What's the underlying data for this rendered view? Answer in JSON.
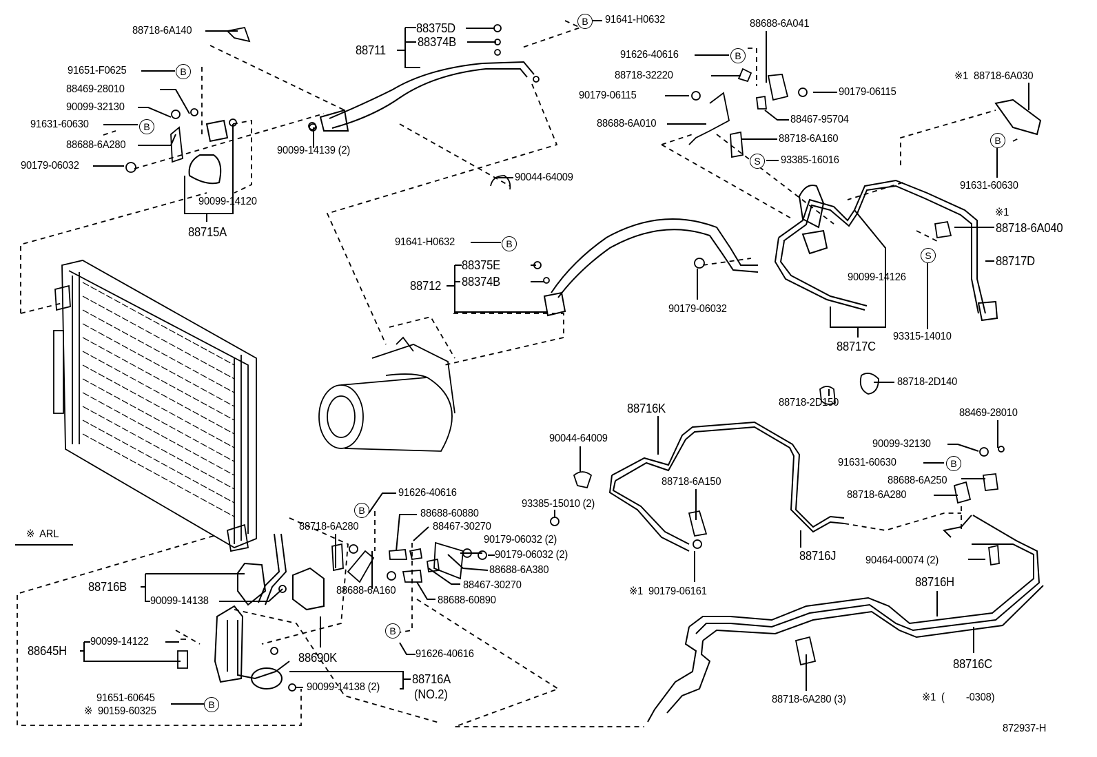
{
  "diagram": {
    "part_labels": [
      "88718-6A140",
      "88375D",
      "88374B",
      "88711",
      "91641-H0632",
      "91651-F0625",
      "88469-28010",
      "90099-32130",
      "91631-60630",
      "88688-6A280",
      "90179-06032",
      "90099-14139 (2)",
      "90099-14120",
      "88715A",
      "90044-64009",
      "88688-6A041",
      "91626-40616",
      "88718-32220",
      "90179-06115",
      "90179-06115",
      "88467-95704",
      "88688-6A010",
      "88718-6A160",
      "93385-16016",
      "※1  88718-6A030",
      "91631-60630",
      "※1",
      "88718-6A040",
      "88717D",
      "90099-14126",
      "90179-06032",
      "88717C",
      "93315-14010",
      "91641-H0632",
      "88375E",
      "88374B",
      "88712",
      "88718-2D140",
      "88718-2D150",
      "88716K",
      "90044-64009",
      "88469-28010",
      "90099-32130",
      "91631-60630",
      "88688-6A250",
      "88718-6A280",
      "88718-6A150",
      "91626-40616",
      "93385-15010 (2)",
      "88688-60880",
      "88718-6A280",
      "88467-30270",
      "90179-06032 (2)",
      "90179-06032 (2)",
      "88688-6A380",
      "88467-30270",
      "88688-60890",
      "88688-6A160",
      "88716B",
      "90099-14138",
      "88716J",
      "90464-00074 (2)",
      "※1  90179-06161",
      "88716H",
      "91626-40616",
      "88645H",
      "90099-14122",
      "88690K",
      "88716A",
      "(NO.2)",
      "90099-14138 (2)",
      "91651-60645",
      "※  90159-60325",
      "88716C",
      "88718-6A280 (3)",
      "※1  (        -0308)",
      "872937-H",
      "※  ARL"
    ],
    "markers": [
      "B",
      "B",
      "B",
      "B",
      "B",
      "B",
      "B",
      "S",
      "S",
      "B",
      "B",
      "B",
      "B",
      "B"
    ],
    "line_color": "#000000",
    "background": "#ffffff"
  }
}
